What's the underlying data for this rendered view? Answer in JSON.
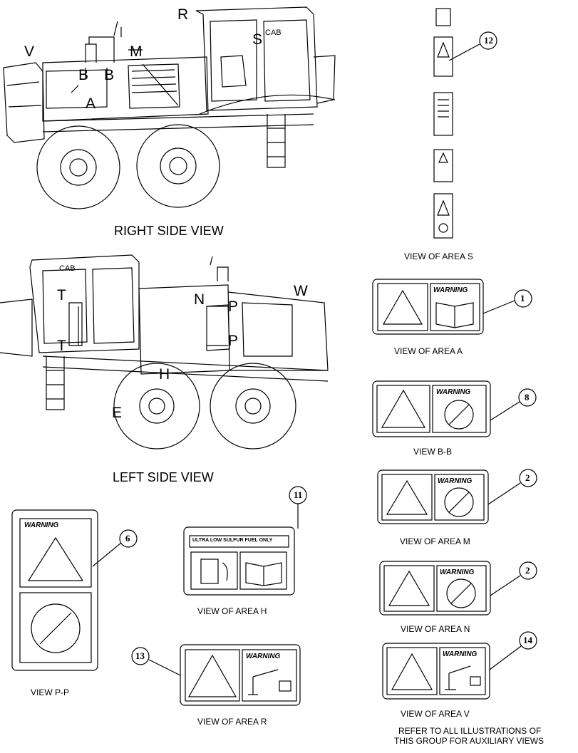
{
  "views": {
    "right_side": "RIGHT SIDE VIEW",
    "left_side": "LEFT SIDE VIEW",
    "area_s": "VIEW OF AREA S",
    "area_a": "VIEW OF AREA A",
    "bb": "VIEW B-B",
    "area_m": "VIEW OF AREA M",
    "area_n": "VIEW OF AREA N",
    "area_v": "VIEW OF AREA V",
    "area_h": "VIEW OF AREA H",
    "area_r": "VIEW OF AREA R",
    "pp": "VIEW P-P"
  },
  "note": {
    "line1": "REFER TO ALL ILLUSTRATIONS OF",
    "line2": "THIS GROUP FOR AUXILIARY VIEWS"
  },
  "area_labels": {
    "r": "R",
    "v": "V",
    "m": "M",
    "s": "S",
    "cab": "CAB",
    "b": "B",
    "a": "A",
    "n": "N",
    "p": "P",
    "w": "W",
    "t": "T",
    "h": "H",
    "e": "E"
  },
  "decal_text": {
    "warning": "WARNING",
    "fuel": "ULTRA LOW SULFUR FUEL ONLY"
  },
  "callouts": {
    "c1": "1",
    "c2a": "2",
    "c2b": "2",
    "c6": "6",
    "c8": "8",
    "c11": "11",
    "c12": "12",
    "c13": "13",
    "c14": "14"
  }
}
